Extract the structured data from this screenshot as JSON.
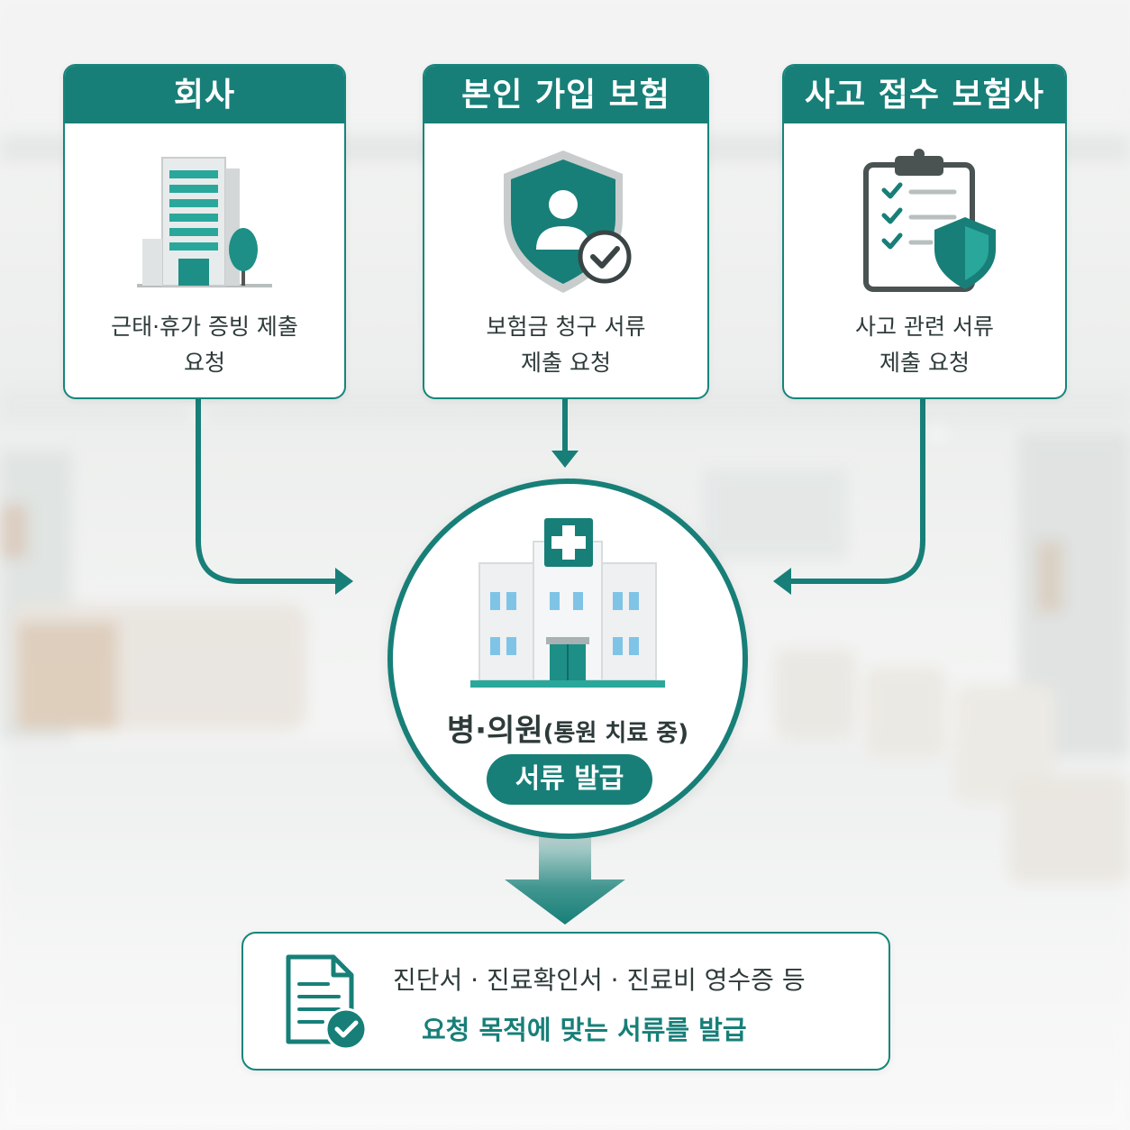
{
  "colors": {
    "teal": "#177f78",
    "teal_light": "#2aa79b",
    "text_dark": "#2e3a3a",
    "white": "#ffffff"
  },
  "cards": [
    {
      "id": "company",
      "title": "회사",
      "icon": "office-building-icon",
      "lines": [
        "근태·휴가 증빙 제출",
        "요청"
      ]
    },
    {
      "id": "own-insurance",
      "title": "본인 가입 보험",
      "icon": "shield-person-check-icon",
      "lines": [
        "보험금 청구 서류",
        "제출 요청"
      ]
    },
    {
      "id": "accident-insurer",
      "title": "사고 접수 보험사",
      "icon": "clipboard-shield-icon",
      "lines": [
        "사고 관련 서류",
        "제출 요청"
      ]
    }
  ],
  "center": {
    "icon": "hospital-icon",
    "title": "병·의원",
    "subtitle": "(통원 치료 중)",
    "pill": "서류 발급"
  },
  "result": {
    "icon": "document-check-icon",
    "line1": "진단서 · 진료확인서 · 진료비 영수증 등",
    "line2": "요청 목적에 맞는 서류를 발급"
  }
}
